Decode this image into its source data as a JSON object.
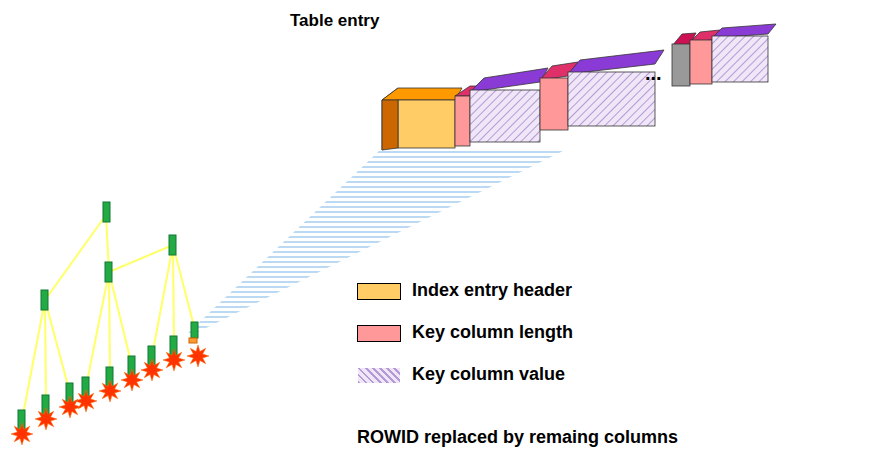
{
  "diagram": {
    "labels": [
      "Table entry",
      "...",
      "ROWID replaced by remaing columns"
    ],
    "legend": [
      {
        "text": "Index entry header",
        "color": "#ffcc66"
      },
      {
        "text": "Key column length",
        "color": "#ff9999"
      },
      {
        "text": "Key column value"
      }
    ]
  }
}
